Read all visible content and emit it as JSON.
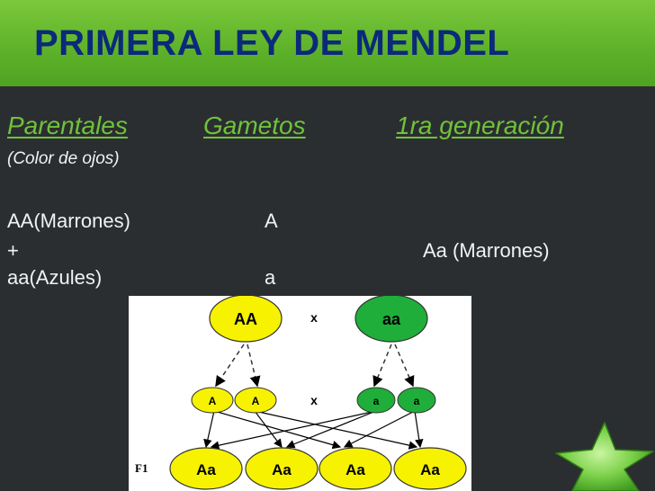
{
  "slide": {
    "title": "PRIMERA LEY DE MENDEL",
    "columns": {
      "parentales": "Parentales",
      "gametos": "Gametos",
      "generacion": "1ra generación"
    },
    "subtitle": "(Color de ojos)",
    "parent1": "AA(Marrones)",
    "plus": "+",
    "parent2": "aa(Azules)",
    "gamete1": "A",
    "gamete2": "a",
    "result": "Aa (Marrones)"
  },
  "diagram": {
    "parent_left": "AA",
    "parent_right": "aa",
    "cross_symbol": "x",
    "gametes": [
      "A",
      "A",
      "a",
      "a"
    ],
    "generation_label": "F1",
    "offspring": [
      "Aa",
      "Aa",
      "Aa",
      "Aa"
    ],
    "colors": {
      "dominant": "#f7f200",
      "recessive": "#1fae3a"
    }
  }
}
